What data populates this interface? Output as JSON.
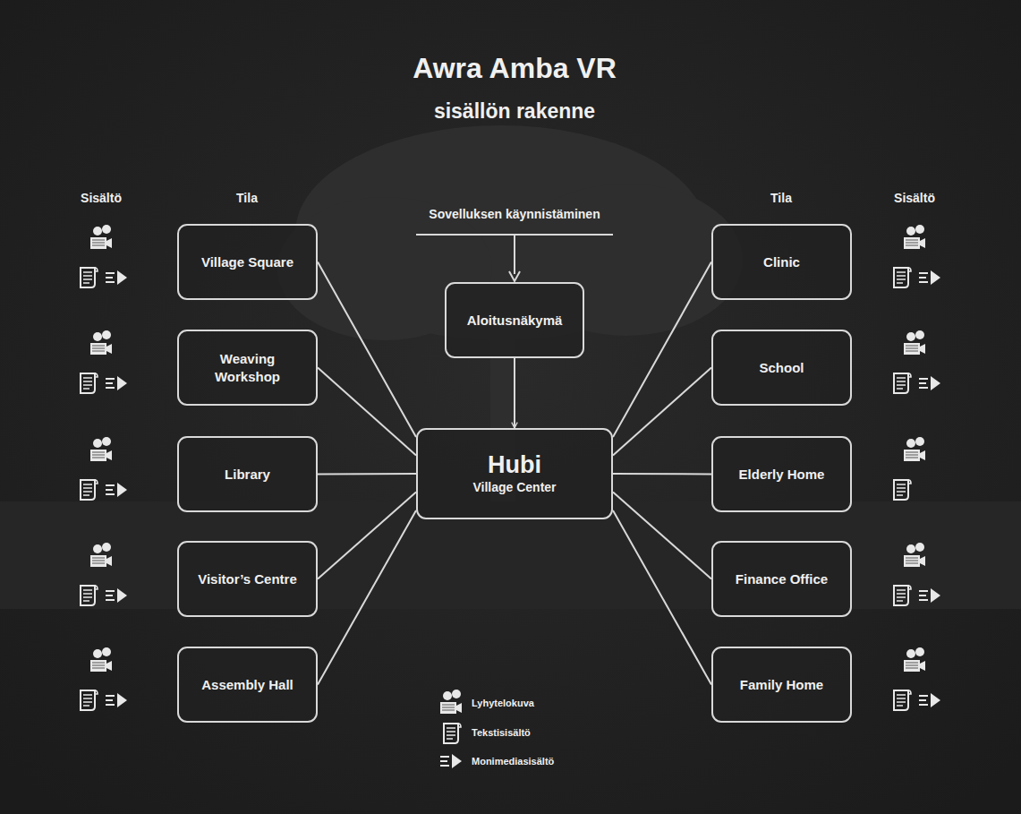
{
  "diagram": {
    "title": "Awra Amba VR",
    "nodes": [
      {
        "text": [
          "Aloitusnäkymä"
        ]
      },
      {
        "text": [
          "Hubi",
          "Village Center"
        ]
      },
      {
        "text": [
          "Village Square"
        ]
      },
      {
        "text": [
          "Weaving Workshop"
        ]
      },
      {
        "text": [
          "Library"
        ]
      },
      {
        "text": [
          "Visitor’s Centre"
        ]
      },
      {
        "text": [
          "Assembly Hall"
        ]
      },
      {
        "text": [
          "Clinic"
        ]
      },
      {
        "text": [
          "School"
        ]
      },
      {
        "text": [
          "Elderly Home"
        ]
      },
      {
        "text": [
          "Finance Office"
        ]
      },
      {
        "text": [
          "Family Home"
        ]
      }
    ],
    "edges": [
      {
        "from": 0,
        "to": 1,
        "arrow": "to"
      },
      {
        "from": 1,
        "to": 2,
        "arrow": "none"
      },
      {
        "from": 1,
        "to": 3,
        "arrow": "none"
      },
      {
        "from": 1,
        "to": 4,
        "arrow": "none"
      },
      {
        "from": 1,
        "to": 5,
        "arrow": "none"
      },
      {
        "from": 1,
        "to": 6,
        "arrow": "none"
      },
      {
        "from": 1,
        "to": 7,
        "arrow": "none"
      },
      {
        "from": 1,
        "to": 8,
        "arrow": "none"
      },
      {
        "from": 1,
        "to": 9,
        "arrow": "none"
      },
      {
        "from": 1,
        "to": 10,
        "arrow": "none"
      },
      {
        "from": 1,
        "to": 11,
        "arrow": "none"
      }
    ],
    "labels": [
      "sisällön rakenne",
      "Sisältö",
      "Tila",
      "Sovelluksen käynnistäminen",
      "Tila",
      "Sisältö"
    ],
    "legend": [
      {
        "text": "Lyhytelokuva"
      },
      {
        "text": "Tekstisisältö"
      },
      {
        "text": "Monimediasisältö"
      }
    ]
  }
}
